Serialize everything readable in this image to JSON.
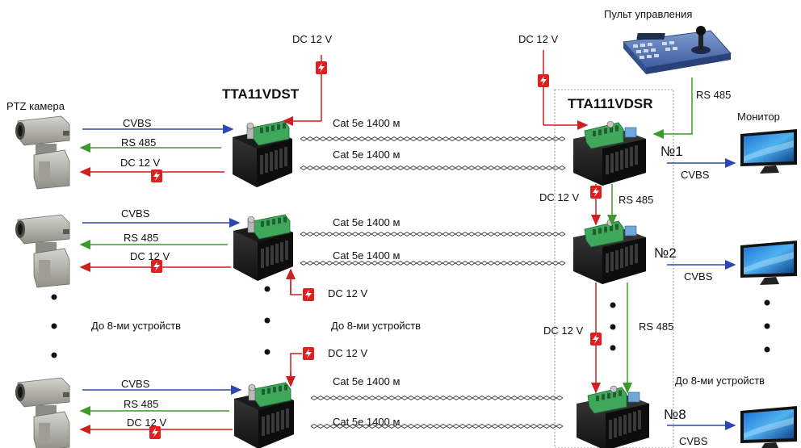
{
  "left": {
    "camera_label": "PTZ камера",
    "tx_model": "TTA11VDST",
    "signals": {
      "video": "CVBS",
      "control": "RS 485",
      "power": "DC 12 V"
    },
    "cable": "Cat 5e 1400 м",
    "power_label": "DC 12 V",
    "more_devices": "До 8-ми устройств"
  },
  "right": {
    "rx_model": "TTA111VDSR",
    "console_label": "Пульт управления",
    "console_signal": "RS 485",
    "power_label": "DC 12 V",
    "monitor_label": "Монитор",
    "video": "CVBS",
    "chain_power": "DC 12 V",
    "chain_control": "RS 485",
    "receiver_numbers": [
      "№1",
      "№2",
      "№8"
    ],
    "more_devices": "До 8-ми устройств"
  },
  "colors": {
    "video": "#2b48b0",
    "control": "#3a9a2a",
    "power": "#cc1f1f",
    "bolt": "#e02020",
    "cable": "#333333"
  }
}
